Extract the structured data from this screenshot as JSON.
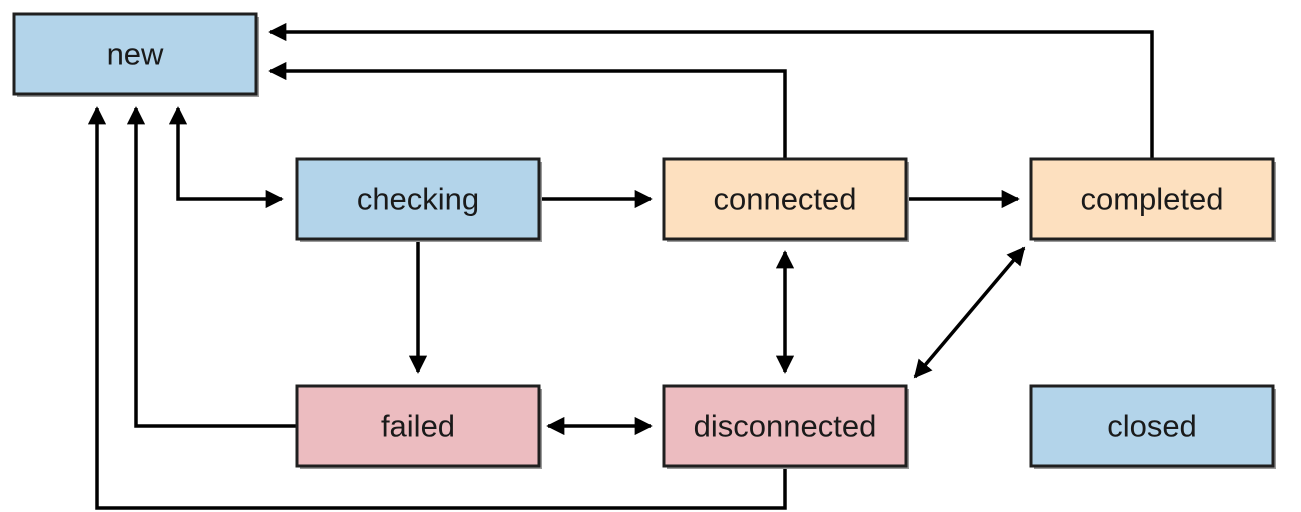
{
  "colors": {
    "blue": "#b3d4ea",
    "orange": "#fde0bf",
    "pink": "#ecbcc0",
    "stroke": "#1f1f1f",
    "arrow": "#000000"
  },
  "states": {
    "new": {
      "label": "new",
      "color": "blue"
    },
    "checking": {
      "label": "checking",
      "color": "blue"
    },
    "connected": {
      "label": "connected",
      "color": "orange"
    },
    "completed": {
      "label": "completed",
      "color": "orange"
    },
    "failed": {
      "label": "failed",
      "color": "pink"
    },
    "disconnected": {
      "label": "disconnected",
      "color": "pink"
    },
    "closed": {
      "label": "closed",
      "color": "blue"
    }
  },
  "transitions": [
    {
      "from": "new",
      "to": "checking",
      "bidirectional": true
    },
    {
      "from": "checking",
      "to": "connected",
      "bidirectional": false
    },
    {
      "from": "connected",
      "to": "completed",
      "bidirectional": false
    },
    {
      "from": "checking",
      "to": "failed",
      "bidirectional": false
    },
    {
      "from": "connected",
      "to": "disconnected",
      "bidirectional": true
    },
    {
      "from": "disconnected",
      "to": "completed",
      "bidirectional": true
    },
    {
      "from": "failed",
      "to": "disconnected",
      "bidirectional": true
    },
    {
      "from": "connected",
      "to": "new",
      "bidirectional": false
    },
    {
      "from": "completed",
      "to": "new",
      "bidirectional": false
    },
    {
      "from": "failed",
      "to": "new",
      "bidirectional": false
    },
    {
      "from": "disconnected",
      "to": "new",
      "bidirectional": false
    }
  ]
}
